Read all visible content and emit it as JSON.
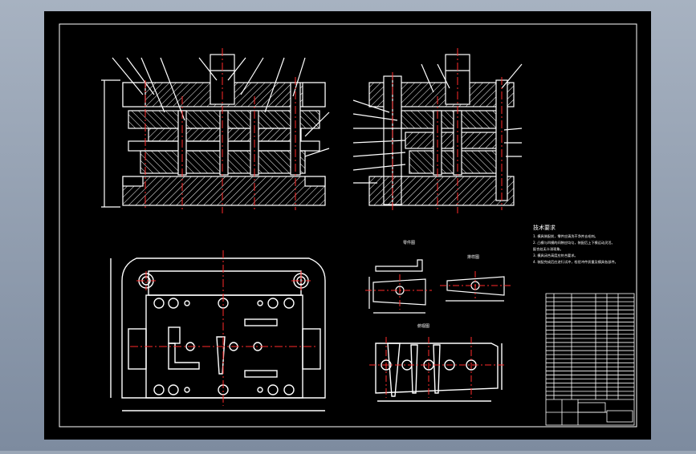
{
  "colors": {
    "backdrop_top": "#a7b2c1",
    "backdrop_bottom": "#7d8b9f",
    "sheet": "#000000",
    "line": "#ffffff",
    "center_line": "#ff2a2a",
    "dim_line": "#ffffff"
  },
  "notes": {
    "title": "技术要求",
    "lines": [
      "1. 模具装配前，零件应清洗干净并去毛刺。",
      "2. 凸模与凹模的间隙应均匀，装配后上下模运动灵活。",
      "   配合处无卡滞现象。",
      "3. 模具闭合高度应符合要求。",
      "4. 装配完成后应进行试冲，检验冲件质量及模具各部件。"
    ]
  },
  "views": {
    "part_label": "零件图",
    "layout_label": "排样图",
    "top_label": "俯视图"
  }
}
